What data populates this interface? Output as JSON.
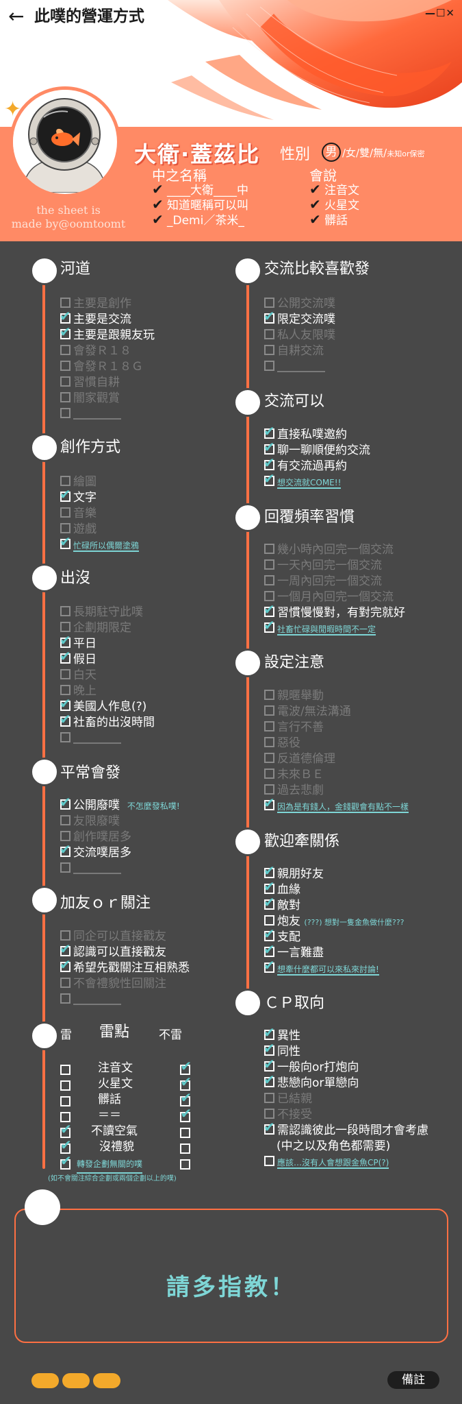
{
  "window": {
    "back": "←",
    "title": "此噗的營運方式",
    "controls": "—☐✕"
  },
  "profile": {
    "name": "大衛·蓋茲比",
    "gender_label": "性別",
    "gender_selected": "男",
    "gender_options": "/女/雙/無/",
    "gender_unknown": "未知or保密",
    "made_by_line1": "the sheet is",
    "made_by_line2": "made by@oomtoomt",
    "nickname_head": "中之名稱",
    "nickname_items": [
      "____大衛____中",
      "知道暱稱可以叫",
      "_Demi／茶米_"
    ],
    "lang_head": "會說",
    "lang_items": [
      "注音文",
      "火星文",
      "髒話"
    ]
  },
  "left_sections": [
    {
      "title": "河道",
      "items": [
        {
          "text": "主要是創作",
          "on": false
        },
        {
          "text": "主要是交流",
          "on": true
        },
        {
          "text": "主要是跟親友玩",
          "on": true
        },
        {
          "text": "會發Ｒ１８",
          "on": false
        },
        {
          "text": "會發Ｒ１８Ｇ",
          "on": false
        },
        {
          "text": "習慣自耕",
          "on": false
        },
        {
          "text": "闇家觀賞",
          "on": false
        },
        {
          "text": "",
          "on": false
        }
      ]
    },
    {
      "title": "創作方式",
      "items": [
        {
          "text": "繪圖",
          "on": false
        },
        {
          "text": "文字",
          "on": true
        },
        {
          "text": "音樂",
          "on": false
        },
        {
          "text": "遊戲",
          "on": false
        }
      ],
      "note": "忙碌所以偶爾塗鴉"
    },
    {
      "title": "出沒",
      "items": [
        {
          "text": "長期駐守此噗",
          "on": false
        },
        {
          "text": "企劃期限定",
          "on": false
        },
        {
          "text": "平日",
          "on": true
        },
        {
          "text": "假日",
          "on": true
        },
        {
          "text": "白天",
          "on": false
        },
        {
          "text": "晚上",
          "on": false
        },
        {
          "text": "美國人作息(?)",
          "on": true
        },
        {
          "text": "社畜的出沒時間",
          "on": true
        },
        {
          "text": "",
          "on": false
        }
      ]
    },
    {
      "title": "平常會發",
      "items": [
        {
          "text": "公開廢噗",
          "on": true
        },
        {
          "text": "友限廢噗",
          "on": false
        },
        {
          "text": "創作噗居多",
          "on": false
        },
        {
          "text": "交流噗居多",
          "on": true
        },
        {
          "text": "",
          "on": false
        }
      ],
      "inline_note": "不怎麼發私噗!"
    },
    {
      "title": "加友ｏｒ關注",
      "items": [
        {
          "text": "同企可以直接戳友",
          "on": false
        },
        {
          "text": "認識可以直接戳友",
          "on": true
        },
        {
          "text": "希望先戳關注互相熟悉",
          "on": true
        },
        {
          "text": "不會禮貌性回關注",
          "on": false
        },
        {
          "text": "",
          "on": false
        }
      ]
    }
  ],
  "leidian": {
    "col_lei": "雷",
    "col_title": "雷點",
    "col_bulei": "不雷",
    "rows": [
      {
        "label": "注音文",
        "lei": false,
        "bulei": true
      },
      {
        "label": "火星文",
        "lei": false,
        "bulei": true
      },
      {
        "label": "髒話",
        "lei": false,
        "bulei": true
      },
      {
        "label": "＝＝",
        "lei": false,
        "bulei": true
      },
      {
        "label": "不讀空氣",
        "lei": true,
        "bulei": false
      },
      {
        "label": "沒禮貌",
        "lei": true,
        "bulei": false
      },
      {
        "label": "轉發企劃無關的噗",
        "lei": true,
        "bulei": false
      }
    ],
    "footnote": "(如不會關注綜合企劃或兩個企劃以上的噗)"
  },
  "right_sections": [
    {
      "title": "交流比較喜歡發",
      "items": [
        {
          "text": "公開交流噗",
          "on": false
        },
        {
          "text": "限定交流噗",
          "on": true
        },
        {
          "text": "私人友限噗",
          "on": false
        },
        {
          "text": "自耕交流",
          "on": false
        },
        {
          "text": "",
          "on": false
        }
      ]
    },
    {
      "title": "交流可以",
      "items": [
        {
          "text": "直接私噗邀約",
          "on": true
        },
        {
          "text": "聊一聊順便約交流",
          "on": true
        },
        {
          "text": "有交流過再約",
          "on": true
        }
      ],
      "note": "想交流就COME!!"
    },
    {
      "title": "回覆頻率習慣",
      "items": [
        {
          "text": "幾小時內回完一個交流",
          "on": false
        },
        {
          "text": "一天內回完一個交流",
          "on": false
        },
        {
          "text": "一周內回完一個交流",
          "on": false
        },
        {
          "text": "一個月內回完一個交流",
          "on": false
        },
        {
          "text": "習慣慢慢對，有對完就好",
          "on": true
        }
      ],
      "note": "社畜忙碌與閒暇時間不一定"
    },
    {
      "title": "設定注意",
      "items": [
        {
          "text": "親暱舉動",
          "on": false
        },
        {
          "text": "電波/無法溝通",
          "on": false
        },
        {
          "text": "言行不善",
          "on": false
        },
        {
          "text": "惡役",
          "on": false
        },
        {
          "text": "反道德倫理",
          "on": false
        },
        {
          "text": "未來ＢＥ",
          "on": false
        },
        {
          "text": "過去悲劇",
          "on": false
        }
      ],
      "note": "因為是有錢人，金錢觀會有點不一樣"
    },
    {
      "title": "歡迎牽關係",
      "items": [
        {
          "text": "親朋好友",
          "on": true
        },
        {
          "text": "血緣",
          "on": true
        },
        {
          "text": "敵對",
          "on": true
        },
        {
          "text": "炮友",
          "on": false
        },
        {
          "text": "支配",
          "on": true
        },
        {
          "text": "一言難盡",
          "on": true
        }
      ],
      "paoyou_note": "(???) 想對一隻金魚做什麼???",
      "note": "想牽什麼都可以來私來討論!"
    },
    {
      "title": "ＣＰ取向",
      "items": [
        {
          "text": "異性",
          "on": true
        },
        {
          "text": "同性",
          "on": true
        },
        {
          "text": "一般向or打炮向",
          "on": true
        },
        {
          "text": "悲戀向or單戀向",
          "on": true
        },
        {
          "text": "已結親",
          "on": false
        },
        {
          "text": "不接受",
          "on": false
        },
        {
          "text": "需認識彼此一段時間才會考慮",
          "on": true
        }
      ],
      "extra_line": "(中之以及角色都需要)",
      "note": "應該…沒有人會想跟金魚CP(?)"
    }
  ],
  "bottom": {
    "message": "請多指教！",
    "remark_button": "備註"
  },
  "colors": {
    "accent": "#ff7043",
    "band": "#ff8a65",
    "background": "#484848",
    "check": "#5fc9c9",
    "pill": "#f3a92b"
  }
}
